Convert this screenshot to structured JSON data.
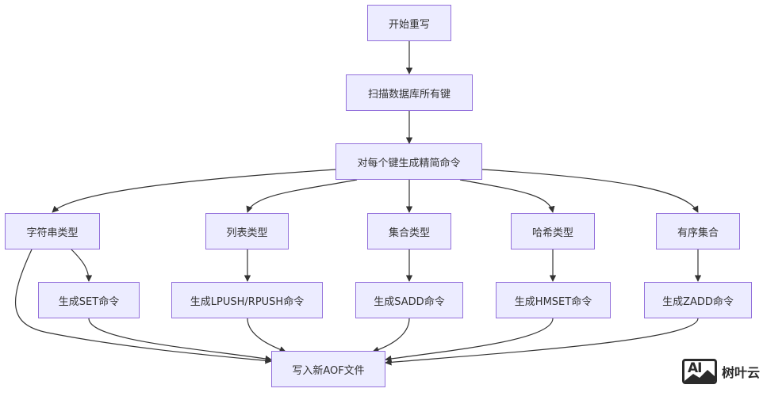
{
  "nodes": {
    "start": "开始重写",
    "scan": "扫描数据库所有键",
    "generate": "对每个键生成精简命令",
    "string_type": "字符串类型",
    "list_type": "列表类型",
    "set_type": "集合类型",
    "hash_type": "哈希类型",
    "zset_type": "有序集合",
    "gen_set": "生成SET命令",
    "gen_lpush": "生成LPUSH/RPUSH命令",
    "gen_sadd": "生成SADD命令",
    "gen_hmset": "生成HMSET命令",
    "gen_zadd": "生成ZADD命令",
    "write_aof": "写入新AOF文件"
  },
  "watermark": {
    "logo_text": "AI",
    "text": "树叶云"
  },
  "colors": {
    "node_fill": "#ececff",
    "node_border": "#9370db",
    "edge": "#333333",
    "text": "#333333"
  }
}
